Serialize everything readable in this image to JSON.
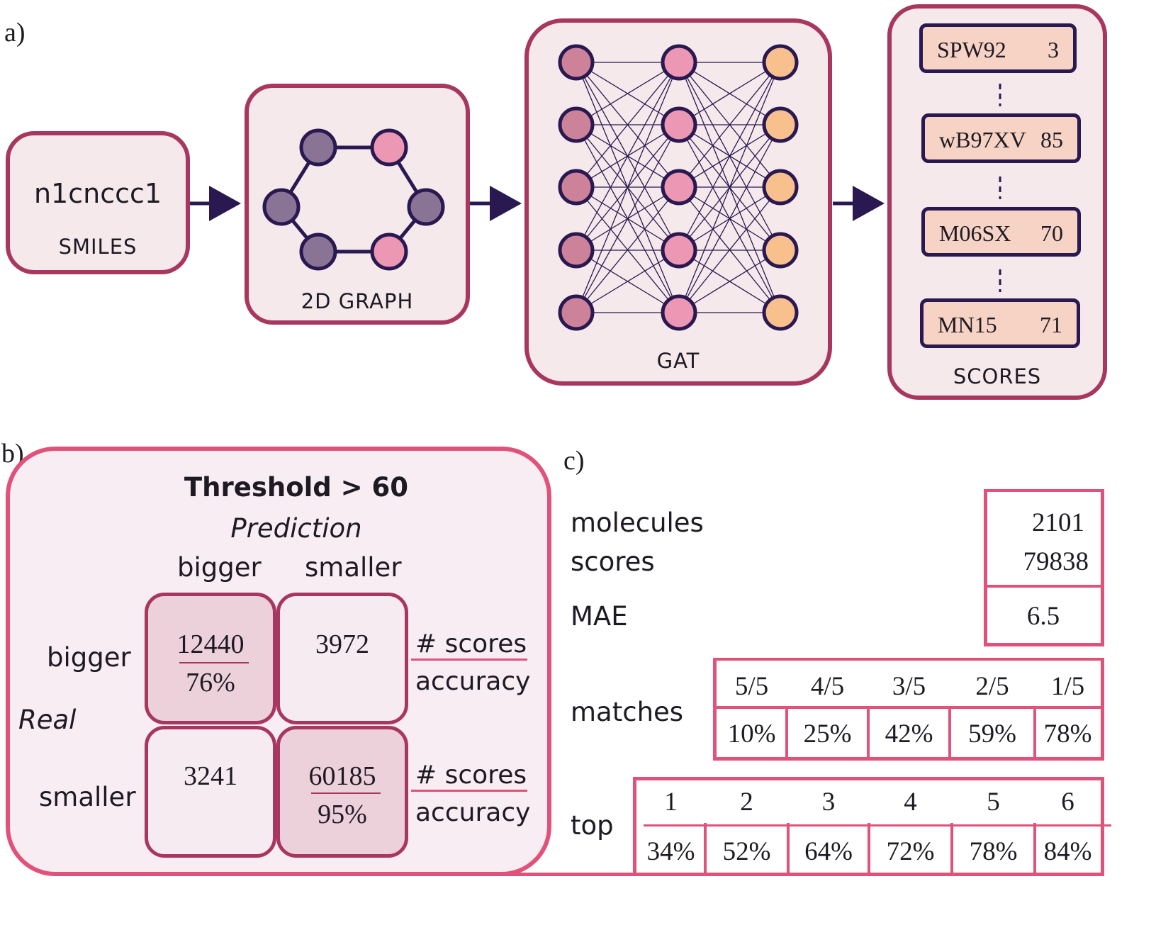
{
  "panels": {
    "a": "a)",
    "b": "b)",
    "c": "c)"
  },
  "pipeline": {
    "smiles": {
      "text": "n1cnccc1",
      "label": "SMILES"
    },
    "graph": {
      "label": "2D GRAPH"
    },
    "gat": {
      "label": "GAT"
    },
    "scores": {
      "label": "SCORES",
      "rows": [
        {
          "name": "SPW92",
          "value": "3"
        },
        {
          "name": "wB97XV",
          "value": "85"
        },
        {
          "name": "M06SX",
          "value": "70"
        },
        {
          "name": "MN15",
          "value": "71"
        }
      ]
    }
  },
  "colors": {
    "box_border": "#a8375f",
    "box_fill": "#f6e9ec",
    "pink_border": "#e0527a",
    "node_dark": "#8a7496",
    "node_pink": "#ec97b3",
    "node_mauve": "#cc8399",
    "node_orange": "#f8c08d",
    "edge": "#2a1850"
  },
  "confusion": {
    "title": "Threshold > 60",
    "prediction": "Prediction",
    "real": "Real",
    "col_bigger": "bigger",
    "col_smaller": "smaller",
    "row_bigger": "bigger",
    "row_smaller": "smaller",
    "tp": "12440",
    "tp_acc": "76%",
    "fn": "3972",
    "fp": "3241",
    "tn": "60185",
    "tn_acc": "95%",
    "scores_label": "# scores",
    "accuracy_label": "accuracy"
  },
  "stats": {
    "molecules_label": "molecules",
    "molecules": "2101",
    "scores_label": "scores",
    "scores": "79838",
    "mae_label": "MAE",
    "mae": "6.5",
    "matches_label": "matches",
    "matches_headers": [
      "5/5",
      "4/5",
      "3/5",
      "2/5",
      "1/5"
    ],
    "matches_values": [
      "10%",
      "25%",
      "42%",
      "59%",
      "78%"
    ],
    "top_label": "top",
    "top_headers": [
      "1",
      "2",
      "3",
      "4",
      "5",
      "6"
    ],
    "top_values": [
      "34%",
      "52%",
      "64%",
      "72%",
      "78%",
      "84%"
    ]
  }
}
